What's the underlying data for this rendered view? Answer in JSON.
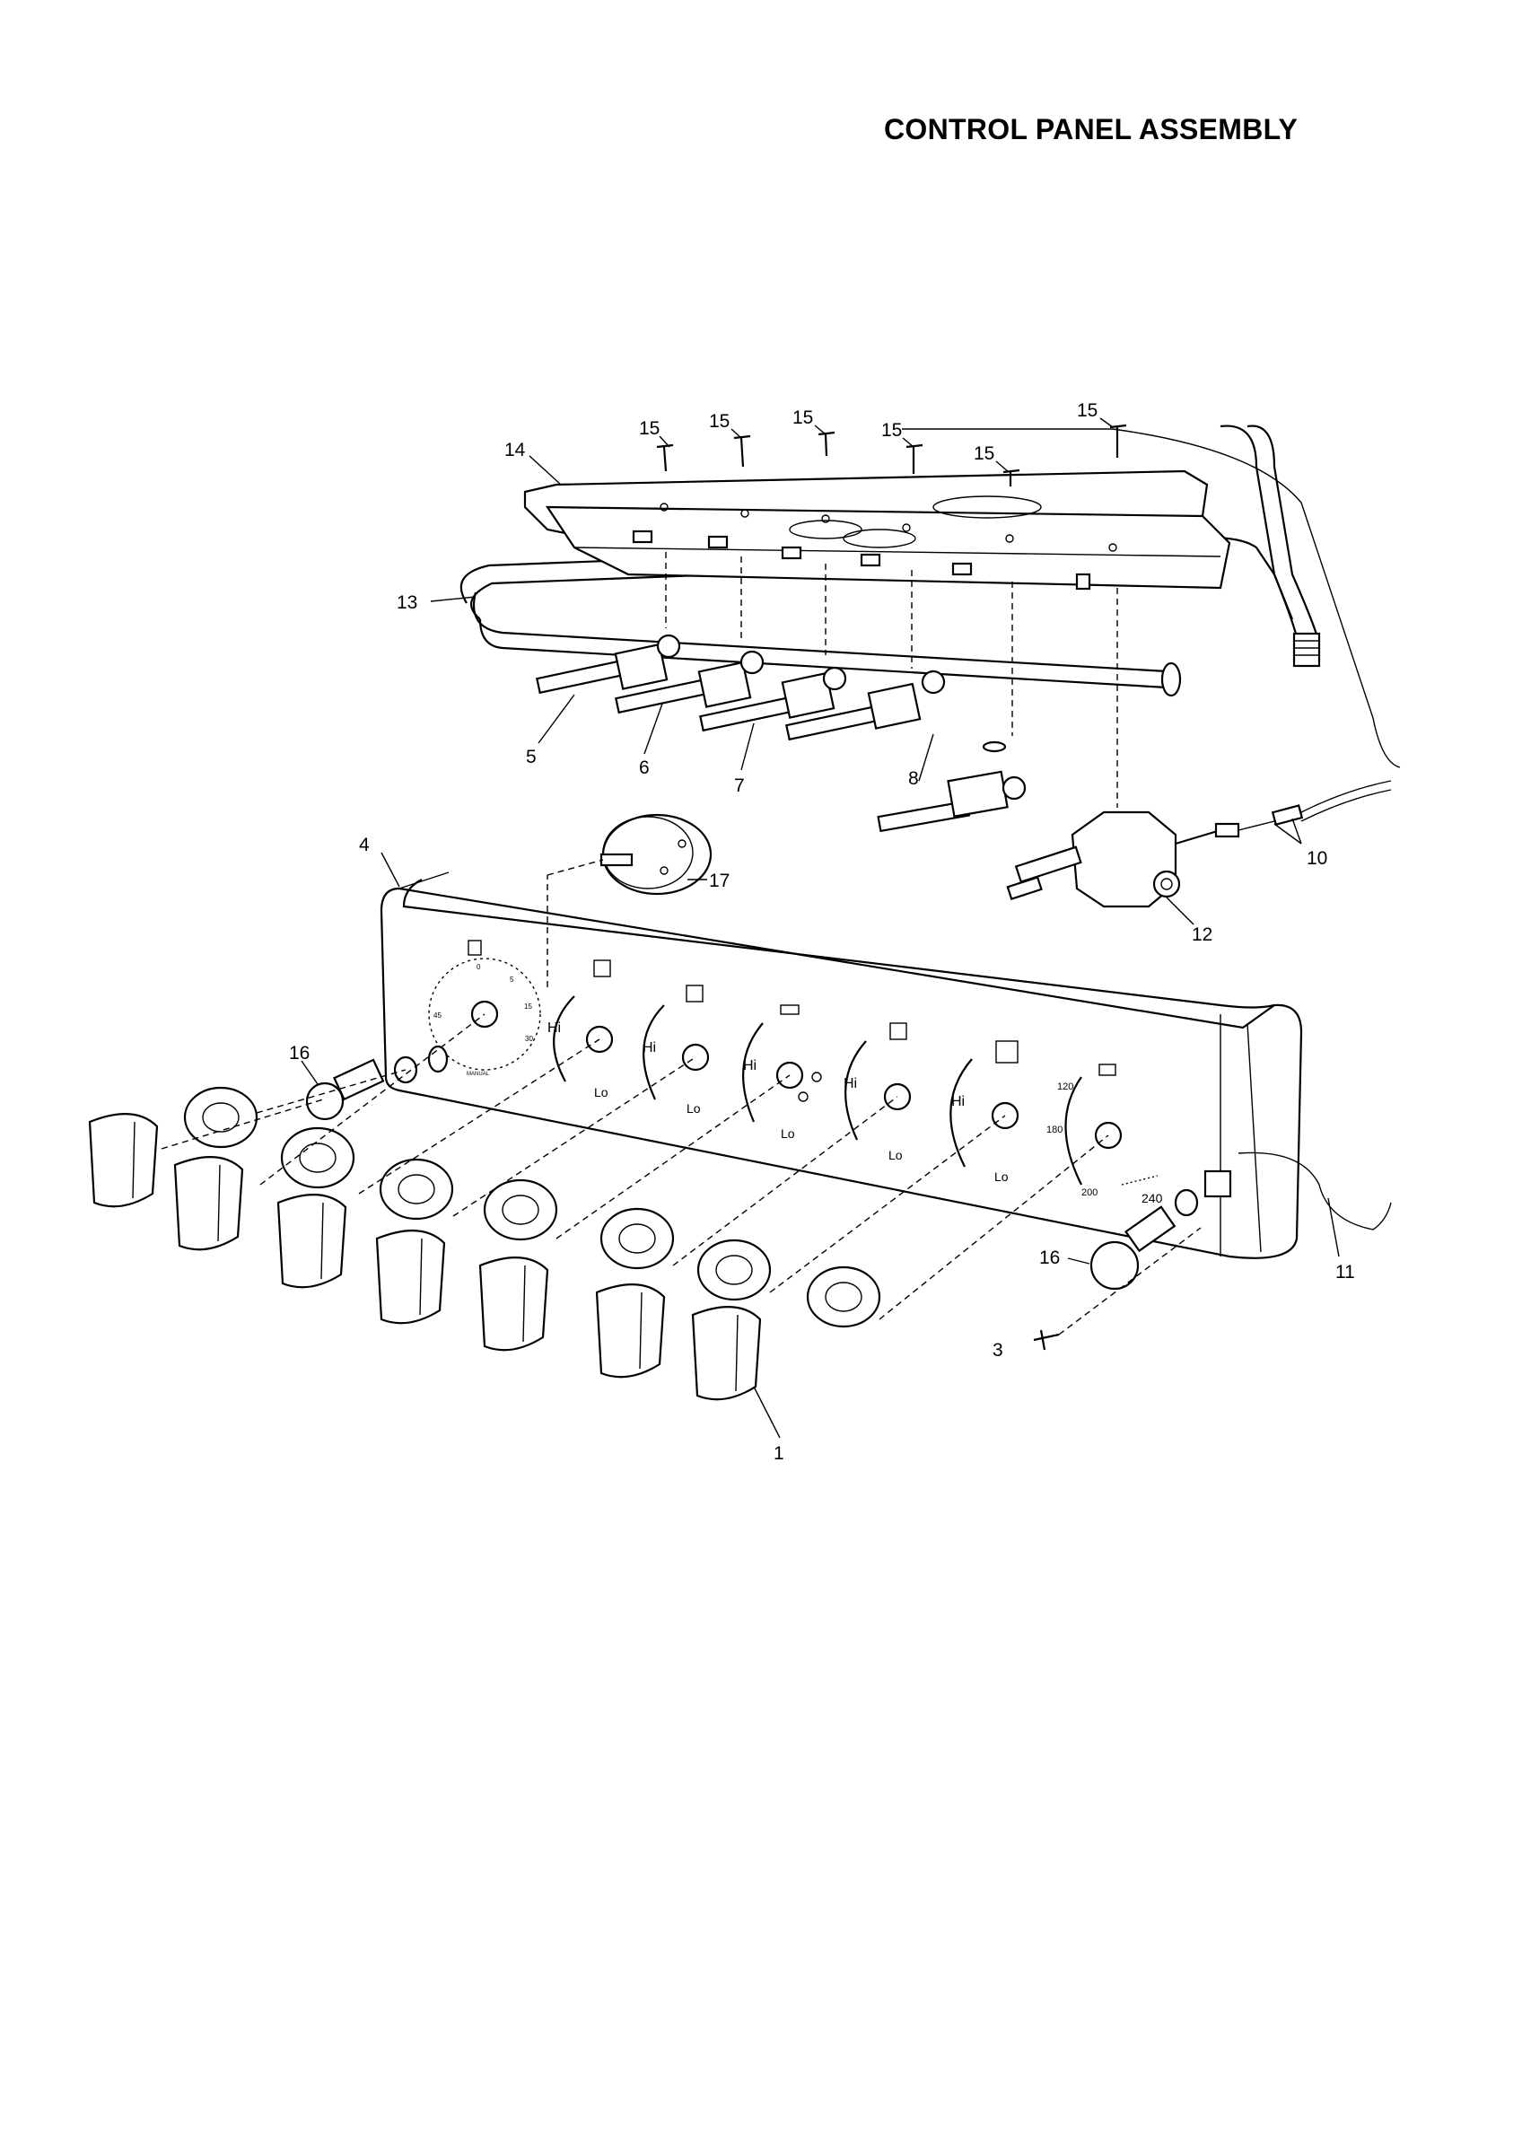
{
  "title": "CONTROL PANEL ASSEMBLY",
  "part_labels": {
    "p1": "1",
    "p3": "3",
    "p4": "4",
    "p5": "5",
    "p6": "6",
    "p7": "7",
    "p8": "8",
    "p10": "10",
    "p11": "11",
    "p12": "12",
    "p13": "13",
    "p14": "14",
    "p15": "15",
    "p16": "16",
    "p17": "17"
  },
  "dial_marks": {
    "hi": "Hi",
    "lo": "Lo",
    "temp_120": "120",
    "temp_180": "180",
    "temp_200": "200",
    "temp_240": "240",
    "timer_0": "0",
    "timer_5": "5",
    "timer_15": "15",
    "timer_30": "30",
    "timer_45": "45",
    "timer_manual": "MANUAL"
  }
}
